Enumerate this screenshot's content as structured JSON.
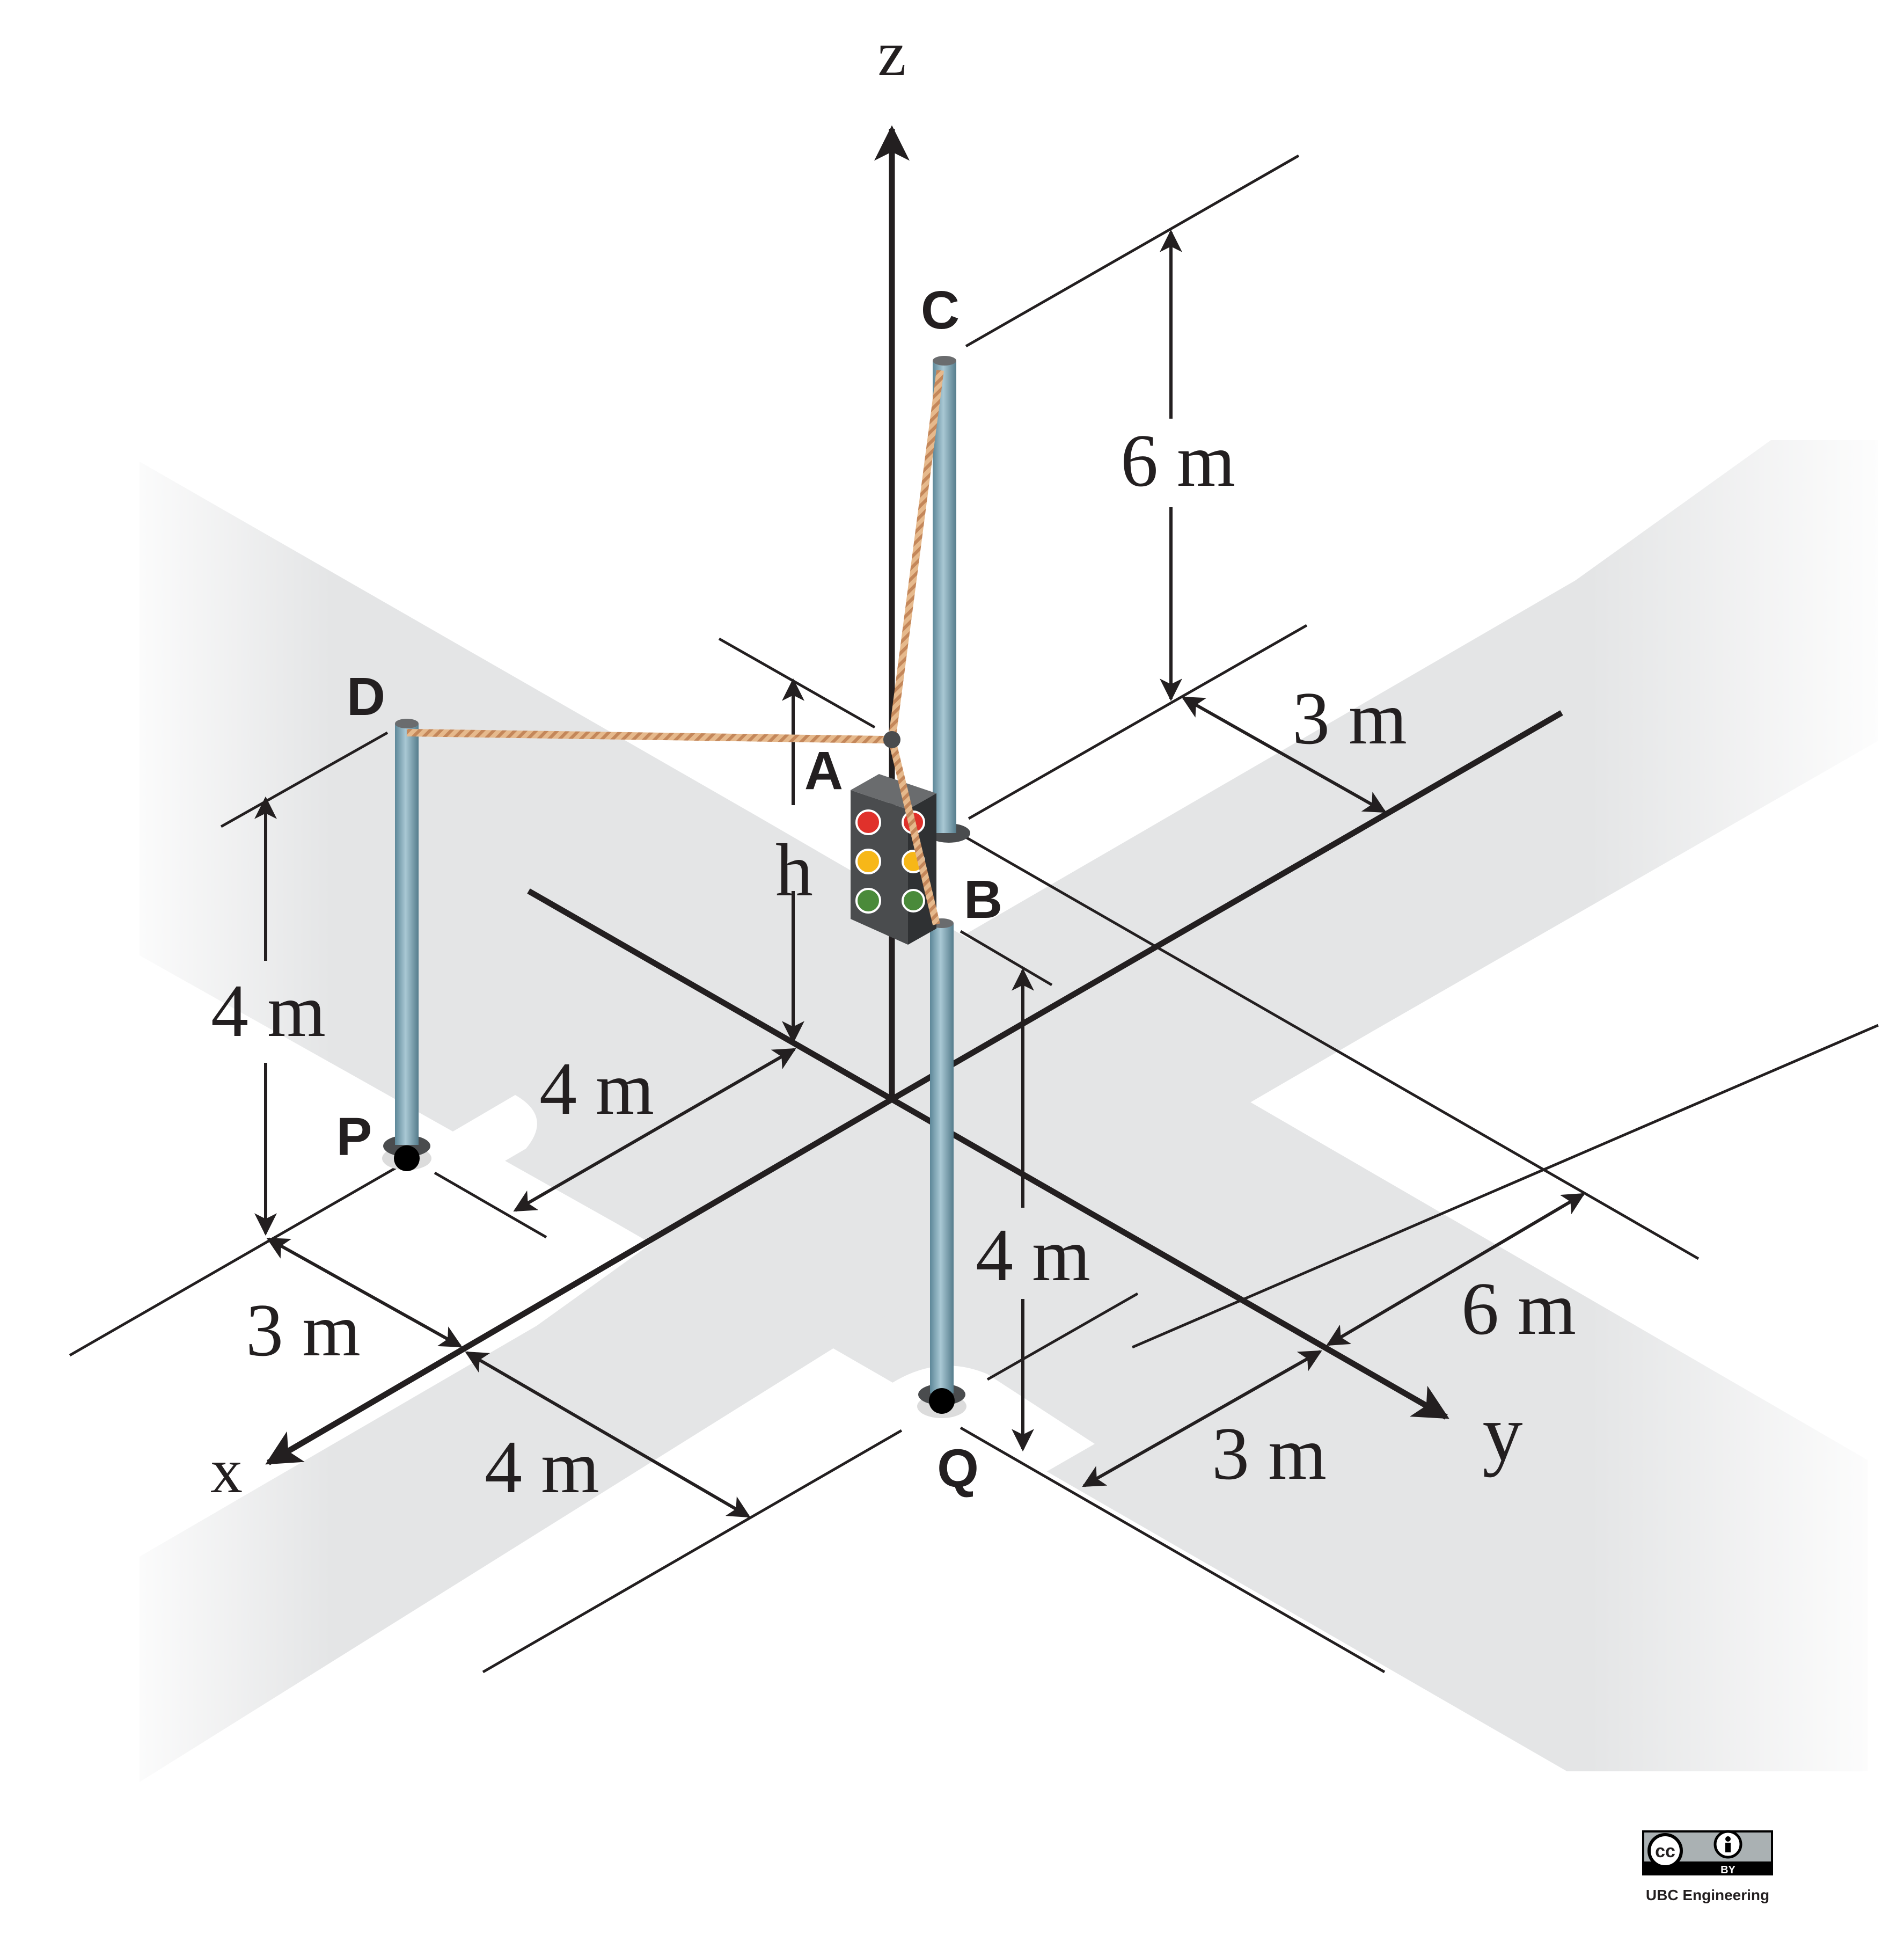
{
  "axes": {
    "x": "x",
    "y": "y",
    "z": "z"
  },
  "points": {
    "A": "A",
    "B": "B",
    "C": "C",
    "D": "D",
    "P": "P",
    "Q": "Q"
  },
  "dimensions": {
    "c_height": "6 m",
    "c_offset_y": "3 m",
    "d_height": "4 m",
    "a_offset_x": "4 m",
    "a_height": "h",
    "b_height": "4 m",
    "p_offset_x": "3 m",
    "x_segment": "4 m",
    "q_offset_y": "3 m",
    "y_segment": "6 m"
  },
  "colors": {
    "road": "#e4e5e6",
    "pole": "#7fa6b6",
    "rope": "#d9a679",
    "signal_body": "#4a4c4e",
    "red_light": "#e0312b",
    "amber_light": "#f7b718",
    "green_light": "#4a8a3a"
  },
  "license": {
    "badge_cc": "cc",
    "badge_by": "BY",
    "credit": "UBC Engineering"
  },
  "icons": [
    "cc-license-icon",
    "attribution-person-icon"
  ]
}
